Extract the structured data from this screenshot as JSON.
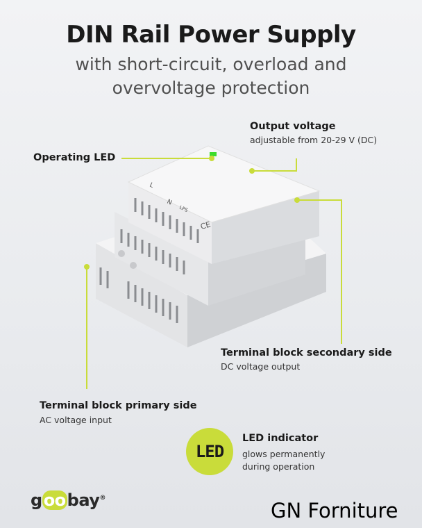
{
  "header": {
    "title": "DIN Rail Power Supply",
    "subtitle_line1": "with short-circuit, overload and",
    "subtitle_line2": "overvoltage protection"
  },
  "callouts": {
    "output_voltage": {
      "title": "Output voltage",
      "desc": "adjustable from 20-29 V (DC)"
    },
    "operating_led": {
      "title": "Operating LED"
    },
    "secondary": {
      "title": "Terminal block secondary side",
      "desc": "DC voltage output"
    },
    "primary": {
      "title": "Terminal block primary side",
      "desc": "AC voltage input"
    },
    "led_indicator": {
      "badge": "LED",
      "title": "LED indicator",
      "desc_line1": "glows permanently",
      "desc_line2": "during operation"
    }
  },
  "device_labels": {
    "l": "L",
    "n": "N",
    "lps": "LPS",
    "ce": "CE"
  },
  "brand": {
    "logo_text": "goobay",
    "watermark": "GN Forniture"
  },
  "colors": {
    "accent": "#c9dc3a",
    "led_green": "#3ddc2c"
  }
}
